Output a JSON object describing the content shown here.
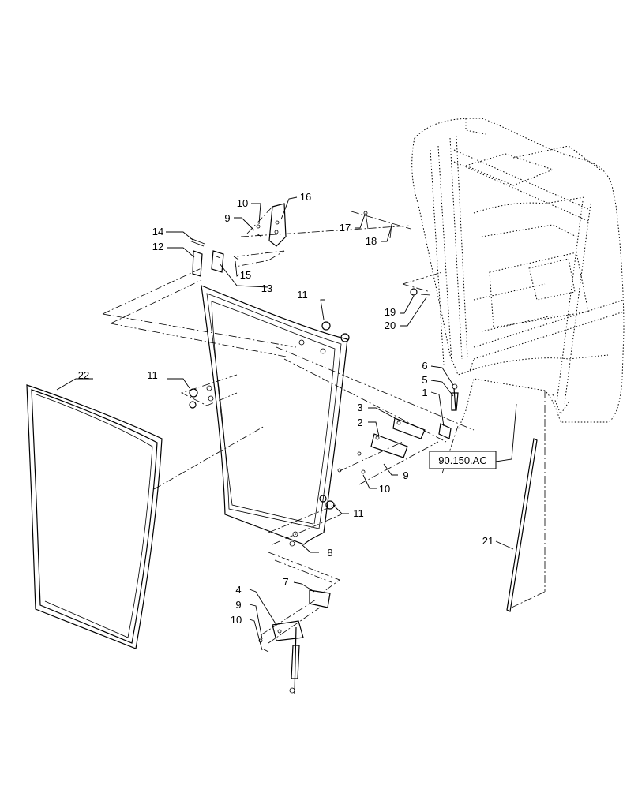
{
  "callouts": {
    "c1": "1",
    "c2": "2",
    "c3": "3",
    "c4": "4",
    "c5": "5",
    "c6": "6",
    "c7": "7",
    "c8": "8",
    "c9a": "9",
    "c9b": "9",
    "c9c": "9",
    "c10a": "10",
    "c10b": "10",
    "c10c": "10",
    "c11a": "11",
    "c11b": "11",
    "c11c": "11",
    "c12": "12",
    "c13": "13",
    "c14": "14",
    "c15": "15",
    "c16": "16",
    "c17": "17",
    "c18": "18",
    "c19": "19",
    "c20": "20",
    "c21": "21",
    "c22": "22"
  },
  "reference_box": "90.150.AC"
}
